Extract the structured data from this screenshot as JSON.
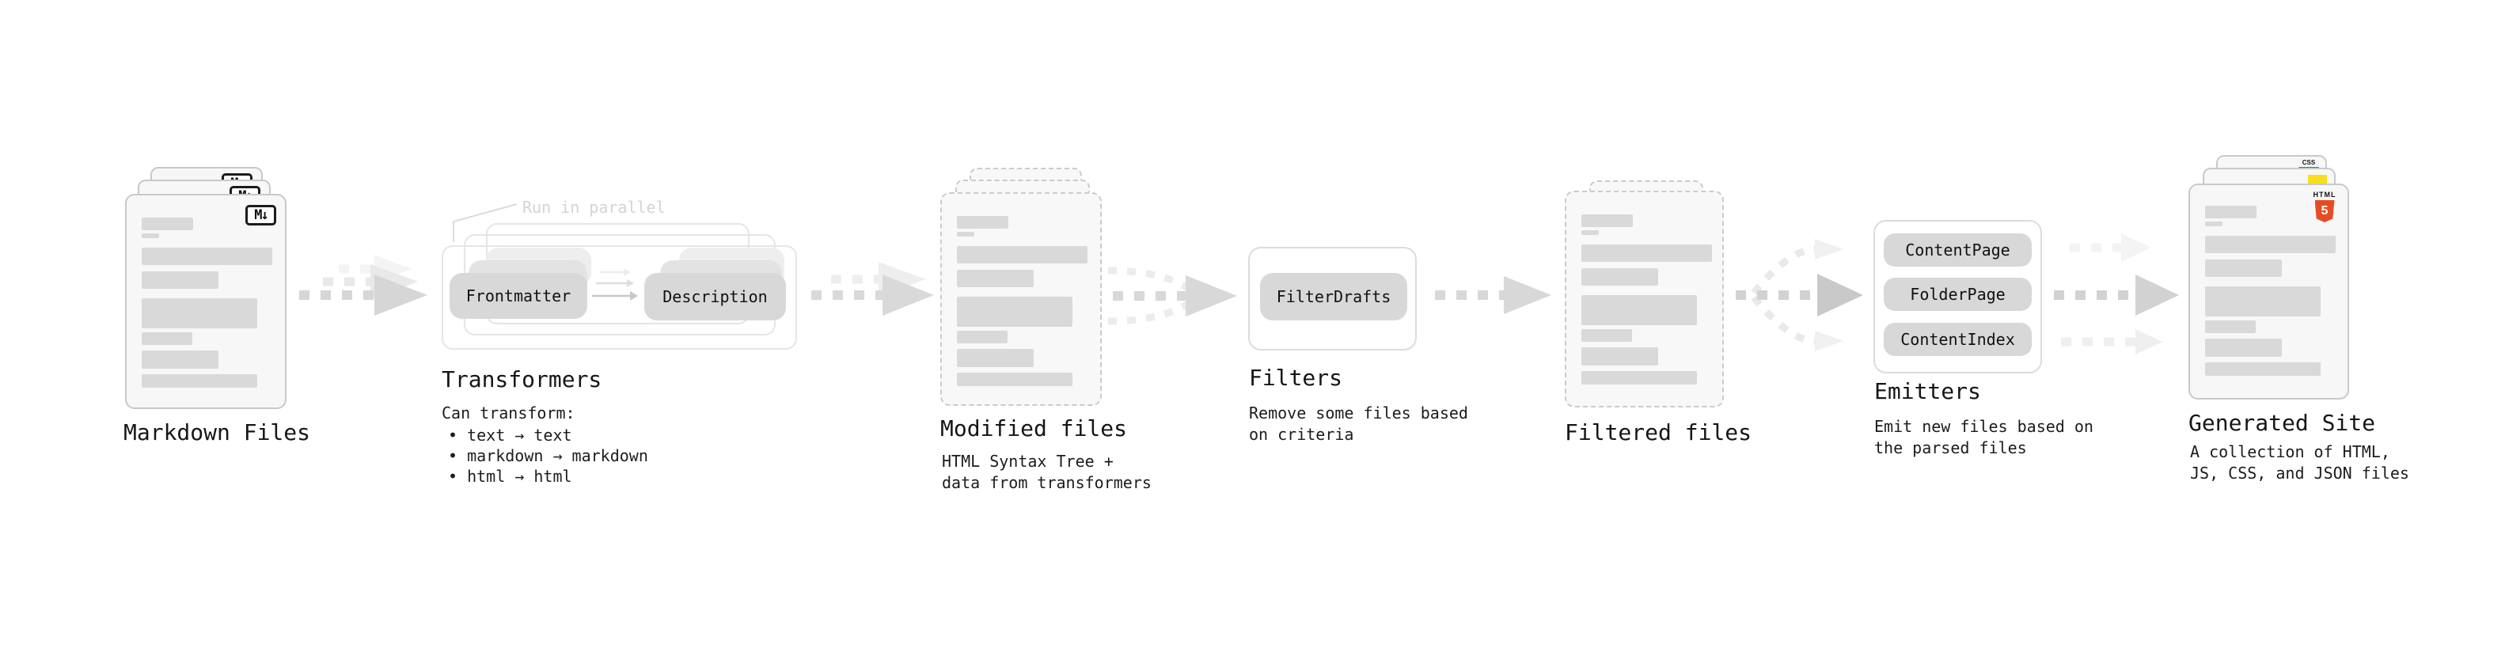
{
  "stages": {
    "markdown_files": {
      "title": "Markdown Files"
    },
    "transformers": {
      "annotation": "Run in parallel",
      "pill_frontmatter": "Frontmatter",
      "pill_description": "Description",
      "title": "Transformers",
      "subtitle": "Can transform:",
      "bullets": [
        "• text → text",
        "• markdown → markdown",
        "• html → html"
      ]
    },
    "modified_files": {
      "title": "Modified files",
      "subtitle_lines": [
        "HTML Syntax Tree +",
        "data from transformers"
      ]
    },
    "filters": {
      "title": "Filters",
      "pill": "FilterDrafts",
      "subtitle_lines": [
        "Remove some files based",
        "on criteria"
      ]
    },
    "filtered_files": {
      "title": "Filtered files"
    },
    "emitters": {
      "title": "Emitters",
      "pills": [
        "ContentPage",
        "FolderPage",
        "ContentIndex"
      ],
      "subtitle_lines": [
        "Emit new files based on",
        "the parsed files"
      ]
    },
    "generated_site": {
      "title": "Generated Site",
      "subtitle_lines": [
        "A collection of HTML,",
        "JS, CSS, and JSON files"
      ]
    }
  },
  "icons": {
    "markdown_label": "M↓",
    "html5_brand": "HTML",
    "html5_number": "5",
    "css_label": "CSS"
  },
  "colors": {
    "card_fill": "#f7f7f7",
    "card_border": "#c9c9c9",
    "content_bar": "#d9d9d9",
    "pill_fill": "#d8d8d8",
    "arrow": "#d5d5d5",
    "arrow_light": "#efefef",
    "html5_orange": "#e64c23",
    "css_blue": "#2f6bff",
    "js_yellow": "#f7df1e",
    "text": "#1b1b1b",
    "muted_text": "#d4d4d4"
  }
}
